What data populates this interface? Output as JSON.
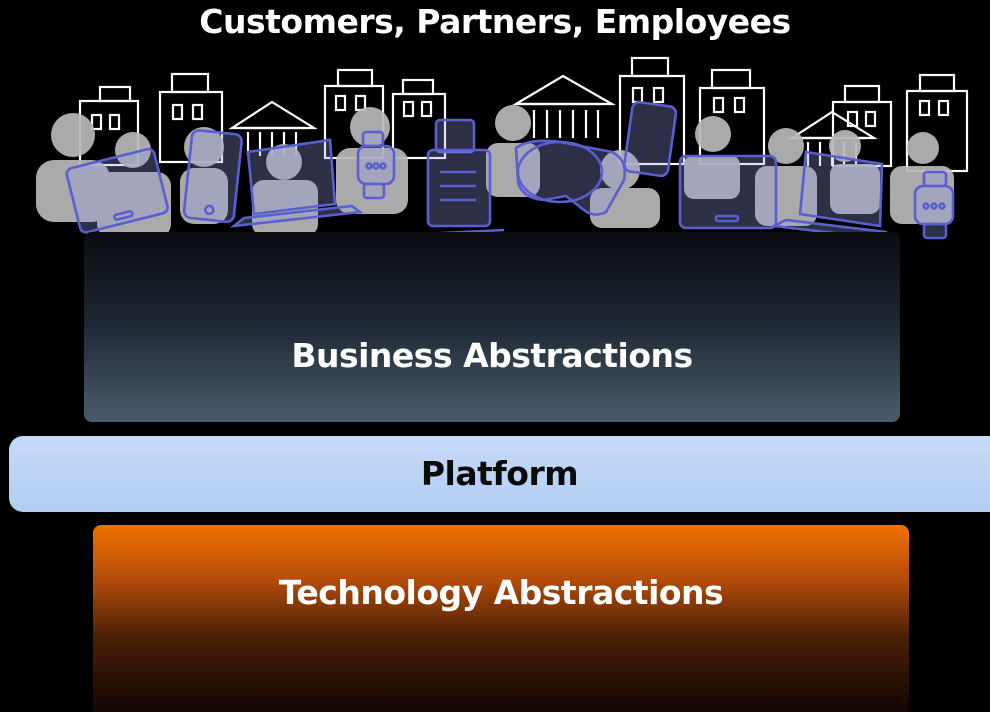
{
  "header": {
    "title": "Customers, Partners, Employees"
  },
  "layers": {
    "business": {
      "label": "Business Abstractions"
    },
    "platform": {
      "label": "Platform"
    },
    "technology": {
      "label": "Technology Abstractions"
    }
  },
  "crowd": {
    "icons": [
      "building-icon",
      "bank-icon",
      "person-icon",
      "laptop-icon",
      "tablet-icon",
      "phone-icon",
      "smartwatch-icon",
      "pos-terminal-icon",
      "vr-headset-icon"
    ]
  },
  "colors": {
    "background": "#000000",
    "platform": "#c5daf6",
    "technology_top": "#f07000",
    "business_bottom": "#4a5c6c",
    "device_outline": "#5a5fd0"
  }
}
